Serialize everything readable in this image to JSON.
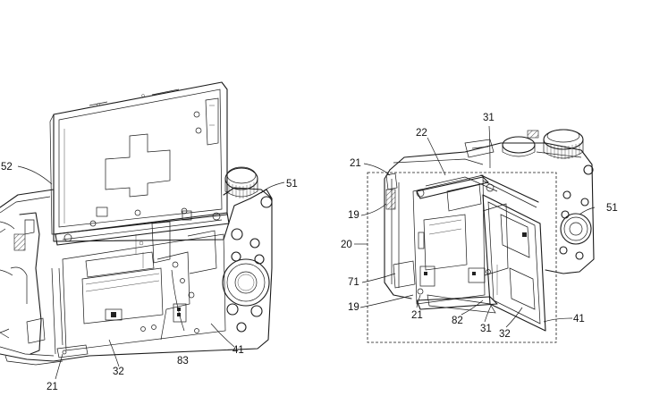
{
  "figure": {
    "left_view_labels": {
      "l52": "52",
      "l51": "51",
      "l41": "41",
      "l32": "32",
      "l83": "83",
      "l21": "21"
    },
    "right_view_labels": {
      "r21": "21",
      "r22": "22",
      "r31top": "31",
      "r19top": "19",
      "r51": "51",
      "r20": "20",
      "r71": "71",
      "r19bot": "19",
      "r21bot": "21",
      "r82": "82",
      "r31bot": "31",
      "r32": "32",
      "r41": "41"
    }
  }
}
